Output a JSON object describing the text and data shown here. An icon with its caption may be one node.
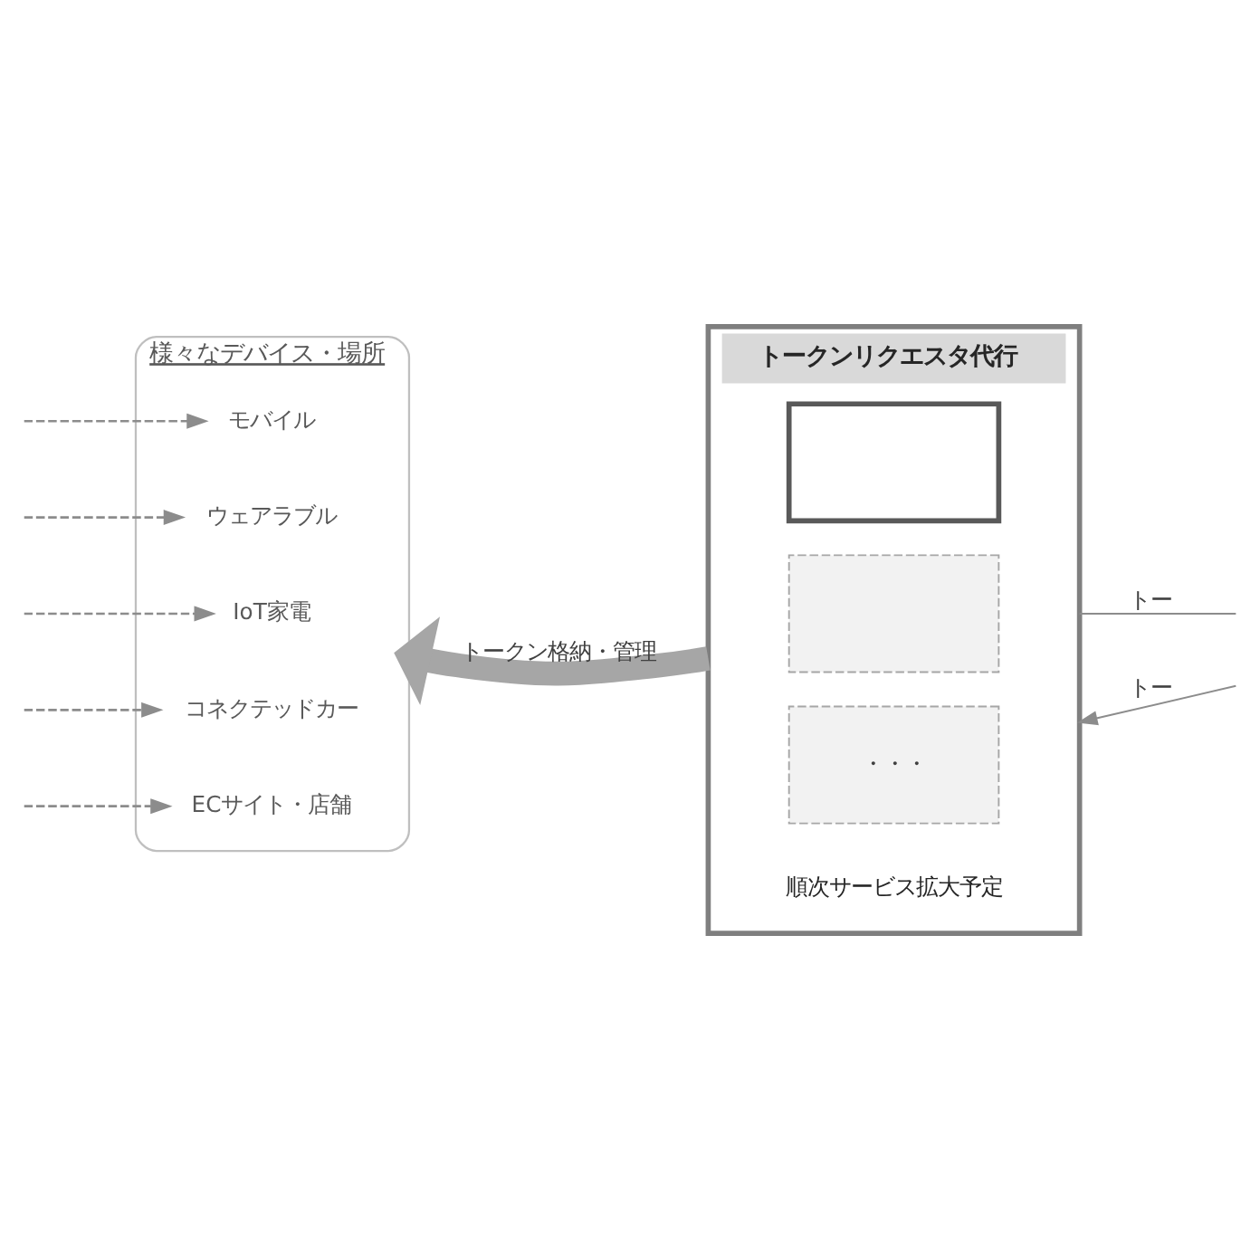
{
  "diagram": {
    "nodes": [
      {
        "text": [
          "様々なデバイス・場所"
        ]
      },
      {
        "text": [
          "モバイル"
        ],
        "in": 0
      },
      {
        "text": [
          "ウェアラブル"
        ],
        "in": 0
      },
      {
        "text": [
          "IoT家電"
        ],
        "in": 0
      },
      {
        "text": [
          "コネクテッドカー"
        ],
        "in": 0
      },
      {
        "text": [
          "ECサイト・店舗"
        ],
        "in": 0
      },
      {
        "text": [
          "トークンリクエスタ代行",
          "順次サービス拡大予定"
        ]
      },
      {
        "text": [],
        "shape": "box",
        "in": 6
      },
      {
        "text": [],
        "shape": "box",
        "in": 6
      },
      {
        "text": [
          "・・・"
        ],
        "in": 6
      }
    ],
    "edges": [
      {
        "from": null,
        "to": 1,
        "arrow": "to",
        "style": "dashed"
      },
      {
        "from": null,
        "to": 2,
        "arrow": "to",
        "style": "dashed"
      },
      {
        "from": null,
        "to": 3,
        "arrow": "to",
        "style": "dashed"
      },
      {
        "from": null,
        "to": 4,
        "arrow": "to",
        "style": "dashed"
      },
      {
        "from": null,
        "to": 5,
        "arrow": "to",
        "style": "dashed"
      },
      {
        "from": 6,
        "to": 0,
        "arrow": "to",
        "label": "トークン格納・管理",
        "style": "thick"
      },
      {
        "from": 6,
        "to": null,
        "arrow": "none",
        "label": "トー"
      },
      {
        "from": null,
        "to": 6,
        "arrow": "to",
        "label": "トー"
      }
    ]
  }
}
